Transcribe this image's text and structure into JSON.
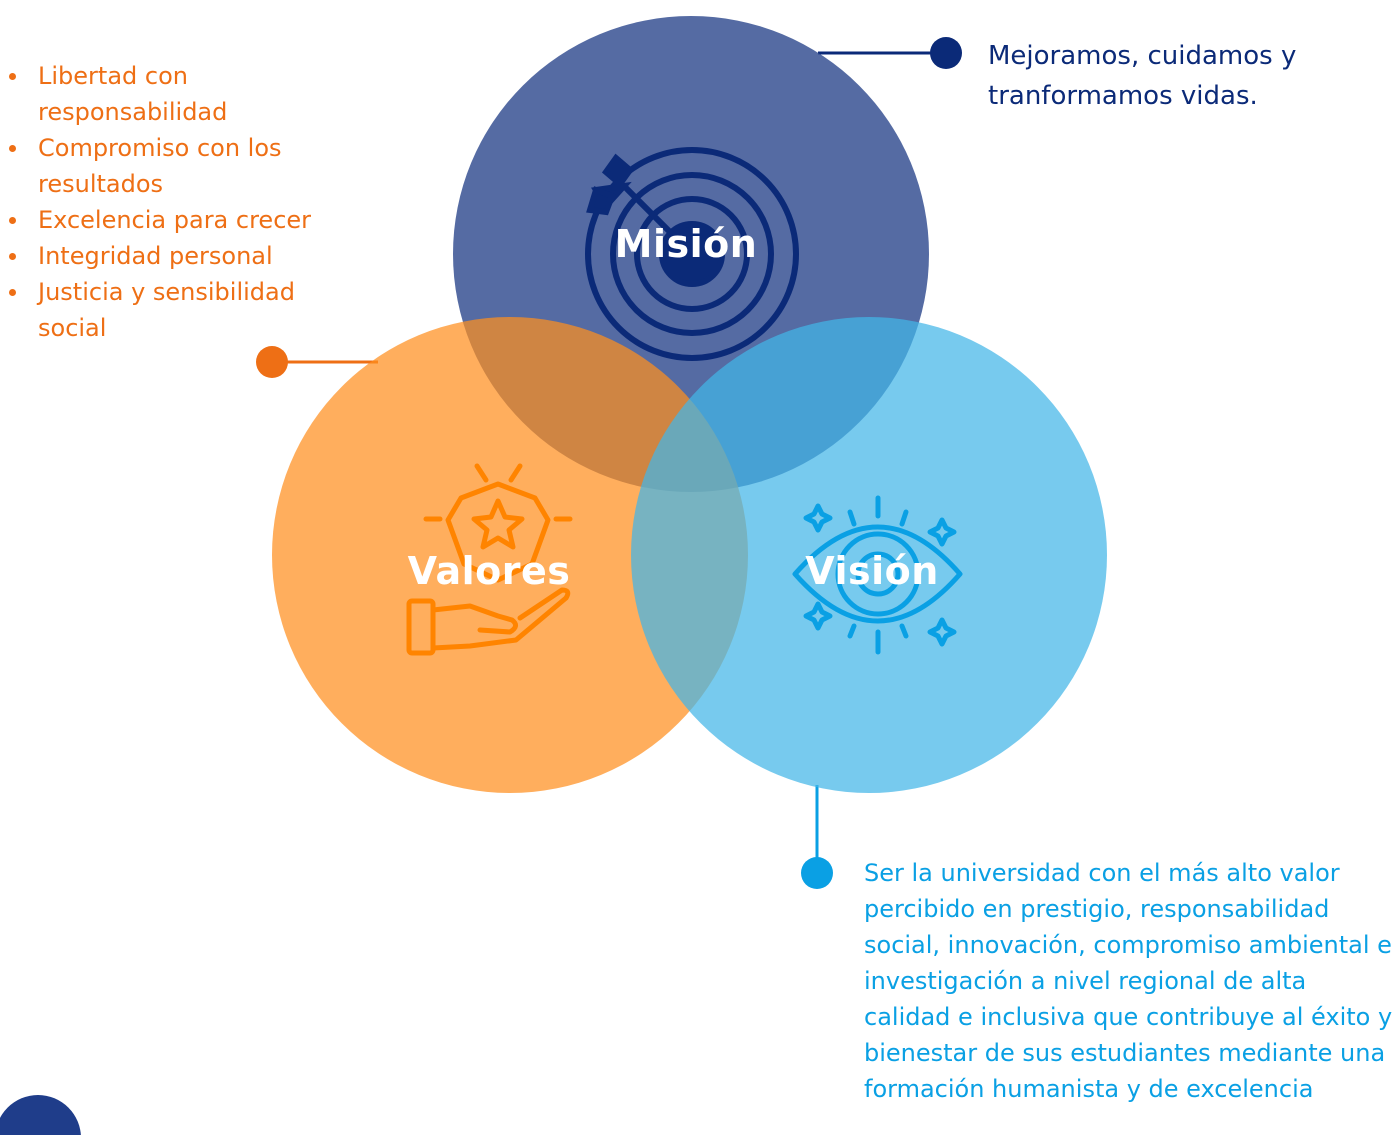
{
  "colors": {
    "mision_circle": "#2f4a8f",
    "valores_circle": "#ff8f1f",
    "vision_circle": "#43b5e8",
    "mision_accent": "#0b2a78",
    "valores_accent": "#ee6f15",
    "vision_accent": "#0aa0e4"
  },
  "circles": {
    "mision": {
      "title": "Misión",
      "icon": "target-arrow-icon"
    },
    "valores": {
      "title": "Valores",
      "icon": "hand-badge-star-icon"
    },
    "vision": {
      "title": "Visión",
      "icon": "eye-sparkle-icon"
    }
  },
  "mision": {
    "text": "Mejoramos, cuidamos y tranformamos vidas."
  },
  "valores": {
    "items": [
      "Libertad con responsabilidad",
      "Compromiso con los resultados",
      "Excelencia para crecer",
      "Integridad personal",
      "Justicia y sensibilidad social"
    ]
  },
  "vision": {
    "text": "Ser la universidad con el más alto valor percibido en prestigio, responsabilidad social, innovación, compromiso ambiental e investigación a nivel regional de alta calidad e inclusiva que contribuye al éxito y bienestar de sus estudiantes mediante una formación humanista y de excelencia"
  }
}
